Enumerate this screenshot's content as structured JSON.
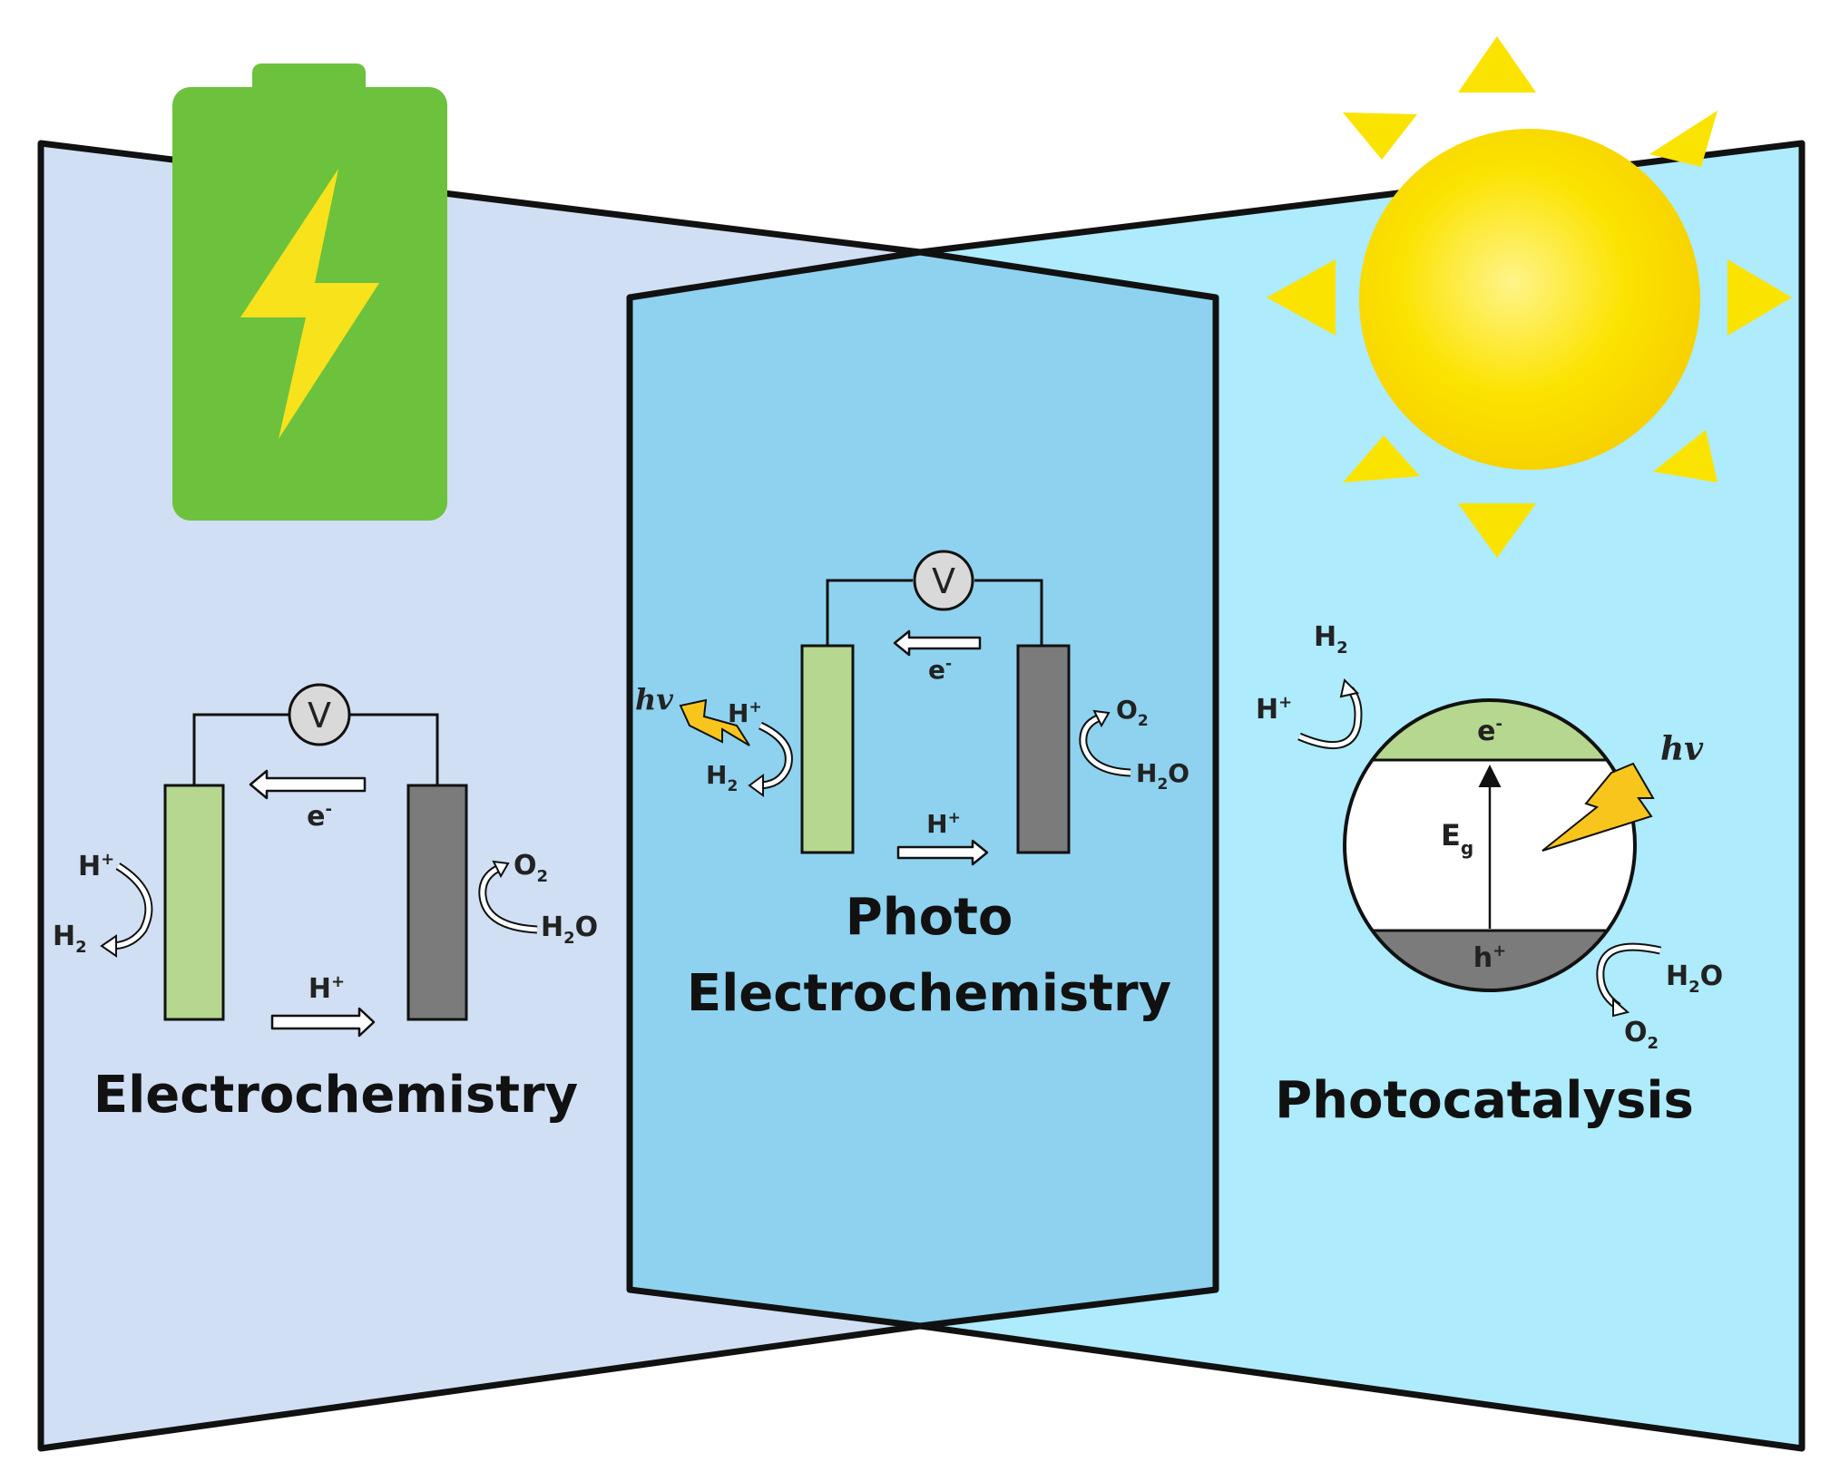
{
  "colors": {
    "left_panel": "#d0dff3",
    "center_panel": "#8ed2ef",
    "right_panel": "#aeebfc",
    "battery": "#6cc23d",
    "bolt": "#f8e21c",
    "sun": "#fbe300",
    "electrode_green": "#b5d78f",
    "electrode_gray": "#7b7b7b",
    "outline": "#1a1a1a"
  },
  "icons": {
    "battery": "battery-icon",
    "sun": "sun-icon",
    "light": "lightning-icon"
  },
  "labels": {
    "electrochemistry": "Electrochemistry",
    "photo_line1": "Photo",
    "photo_line2": "Electrochemistry",
    "photocatalysis": "Photocatalysis"
  },
  "left_cell": {
    "voltmeter": "V",
    "electron": "e",
    "electron_sup": "-",
    "proton_flow": "H",
    "proton_flow_sup": "+",
    "cathode_in": "H",
    "cathode_in_sup": "+",
    "cathode_out": "H",
    "cathode_out_sub": "2",
    "anode_out": "O",
    "anode_out_sub": "2",
    "anode_in_a": "H",
    "anode_in_sub": "2",
    "anode_in_b": "O"
  },
  "center_cell": {
    "voltmeter": "V",
    "electron": "e",
    "electron_sup": "-",
    "proton_flow": "H",
    "proton_flow_sup": "+",
    "light": "hv",
    "cathode_in": "H",
    "cathode_in_sup": "+",
    "cathode_out": "H",
    "cathode_out_sub": "2",
    "anode_out": "O",
    "anode_out_sub": "2",
    "anode_in_a": "H",
    "anode_in_sub": "2",
    "anode_in_b": "O"
  },
  "photocatalyst": {
    "light": "hv",
    "conduction": "e",
    "conduction_sup": "-",
    "valence": "h",
    "valence_sup": "+",
    "gap": "E",
    "gap_sub": "g",
    "red_in": "H",
    "red_in_sup": "+",
    "red_out": "H",
    "red_out_sub": "2",
    "ox_in_a": "H",
    "ox_in_sub": "2",
    "ox_in_b": "O",
    "ox_out": "O",
    "ox_out_sub": "2"
  }
}
